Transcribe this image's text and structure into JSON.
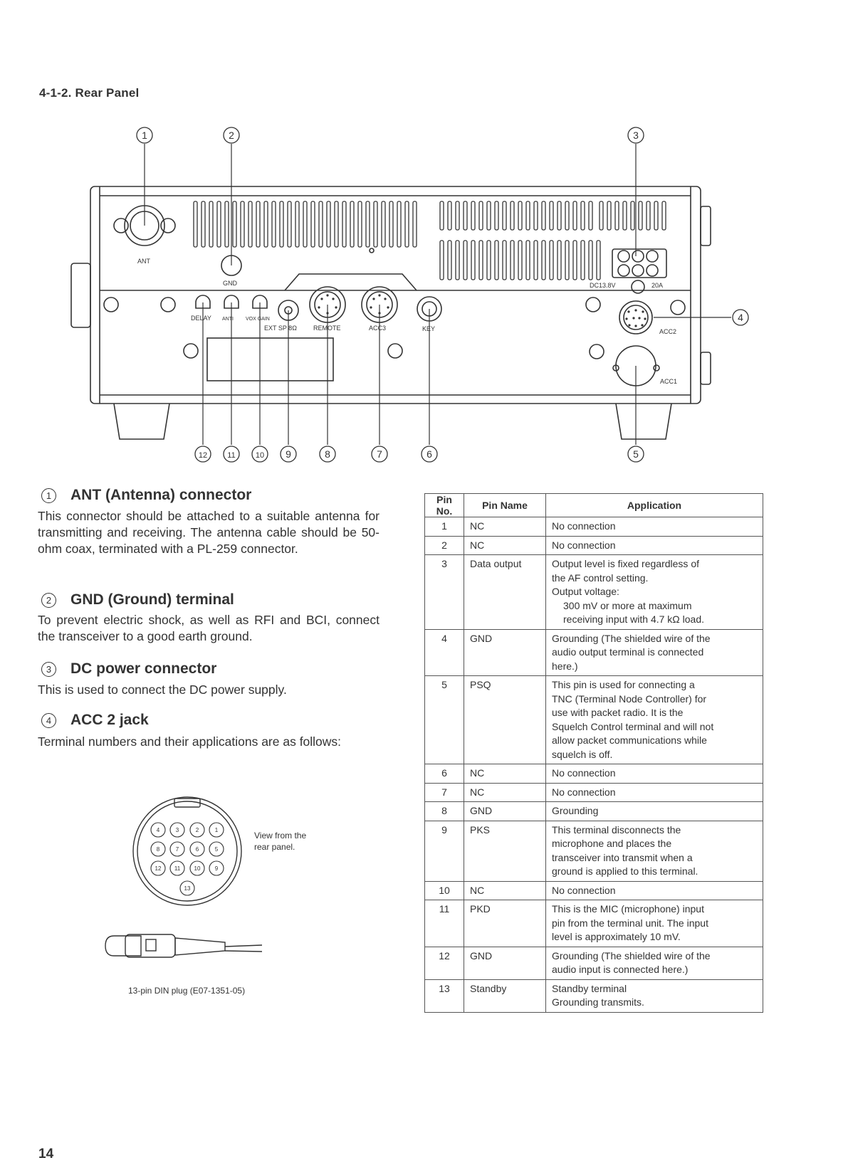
{
  "section_title": "4-1-2. Rear Panel",
  "panel": {
    "labels": {
      "ant": "ANT",
      "gnd": "GND",
      "dc": "DC13.8V",
      "amp": "20A",
      "delay": "DELAY",
      "anti": "ANTI",
      "vox_gain": "VOX GAIN",
      "ext_sp": "EXT SP 8Ω",
      "remote": "REMOTE",
      "acc3": "ACC3",
      "key": "KEY",
      "acc2": "ACC2",
      "acc1": "ACC1"
    },
    "callouts": [
      "1",
      "2",
      "3",
      "4",
      "5",
      "6",
      "7",
      "8",
      "9",
      "10",
      "11",
      "12"
    ]
  },
  "sections": [
    {
      "num": "1",
      "title": "ANT (Antenna) connector",
      "text": "This connector should be attached to a suitable antenna for transmitting and receiving. The antenna cable should be 50-ohm coax, terminated with a PL-259 connector."
    },
    {
      "num": "2",
      "title": "GND (Ground) terminal",
      "text": "To prevent electric shock, as well as RFI and BCI, connect the transceiver to a good earth ground."
    },
    {
      "num": "3",
      "title": "DC power connector",
      "text": "This is used to connect the DC power supply."
    },
    {
      "num": "4",
      "title": "ACC 2 jack",
      "text": "Terminal numbers and their applications are as follows:"
    }
  ],
  "din": {
    "view_caption_1": "View from the",
    "view_caption_2": "rear panel.",
    "plug_caption": "13-pin DIN plug (E07-1351-05)"
  },
  "table": {
    "headers": [
      "Pin No.",
      "Pin Name",
      "Application"
    ],
    "rows": [
      {
        "no": "1",
        "name": "NC",
        "app": [
          "No connection"
        ]
      },
      {
        "no": "2",
        "name": "NC",
        "app": [
          "No connection"
        ]
      },
      {
        "no": "3",
        "name": "Data output",
        "app": [
          "Output level is fixed regardless of",
          "the AF control setting.",
          "Output voltage:",
          "300 mV or more at maximum",
          "receiving input with 4.7 kΩ load."
        ]
      },
      {
        "no": "4",
        "name": "GND",
        "app": [
          "Grounding (The shielded wire of the",
          "audio output terminal is connected",
          "here.)"
        ]
      },
      {
        "no": "5",
        "name": "PSQ",
        "app": [
          "This pin is used for connecting a",
          "TNC (Terminal Node Controller) for",
          "use with packet radio. It is the",
          "Squelch Control terminal and will not",
          "allow packet communications while",
          "squelch is off."
        ]
      },
      {
        "no": "6",
        "name": "NC",
        "app": [
          "No connection"
        ]
      },
      {
        "no": "7",
        "name": "NC",
        "app": [
          "No connection"
        ]
      },
      {
        "no": "8",
        "name": "GND",
        "app": [
          "Grounding"
        ]
      },
      {
        "no": "9",
        "name": "PKS",
        "app": [
          "This terminal disconnects the",
          "microphone and places the",
          "transceiver into transmit when a",
          "ground is applied to this terminal."
        ]
      },
      {
        "no": "10",
        "name": "NC",
        "app": [
          "No connection"
        ]
      },
      {
        "no": "11",
        "name": "PKD",
        "app": [
          "This is the MIC (microphone) input",
          "pin from the terminal unit. The input",
          "level is approximately 10 mV."
        ]
      },
      {
        "no": "12",
        "name": "GND",
        "app": [
          "Grounding (The shielded wire of the",
          "audio input is connected here.)"
        ]
      },
      {
        "no": "13",
        "name": "Standby",
        "app": [
          "Standby terminal",
          "Grounding transmits."
        ]
      }
    ]
  },
  "page_number": "14"
}
